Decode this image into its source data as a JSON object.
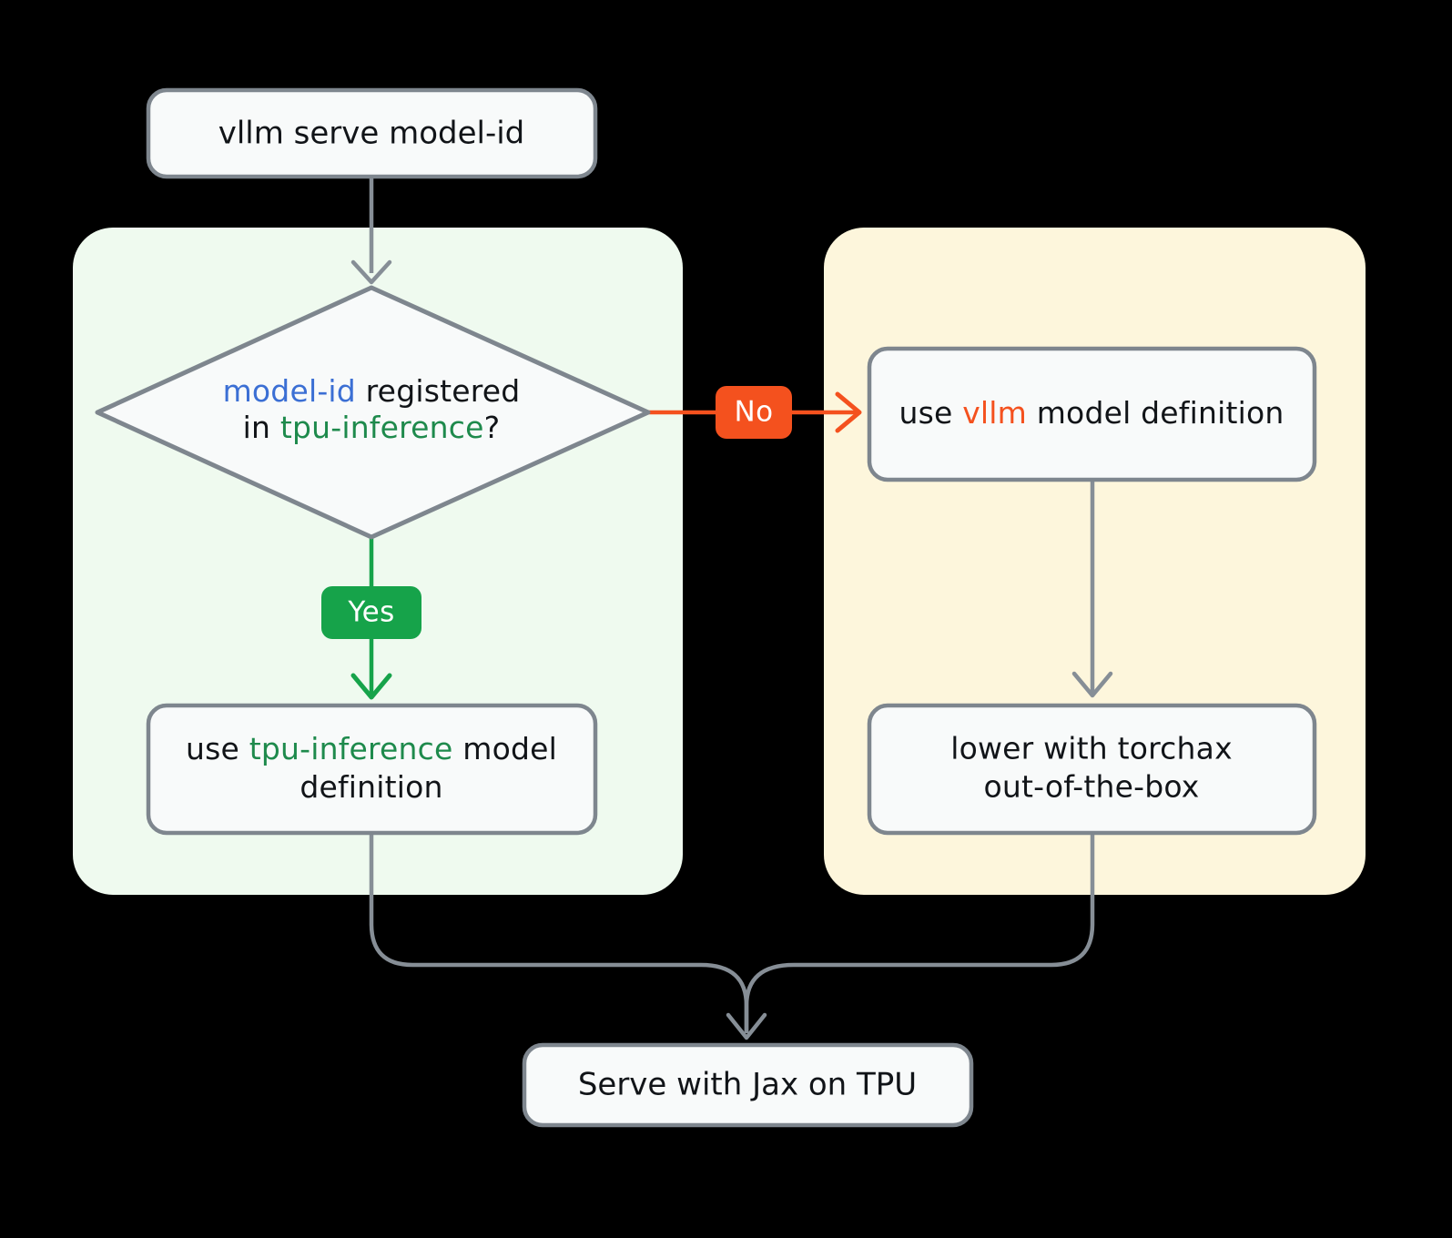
{
  "diagram": {
    "title": "vllm serve on TPU decision flow",
    "background_color": "#000000",
    "panels": [
      {
        "id": "green-panel",
        "name": "tpu-inference-path-panel",
        "color": "#EFFAEF"
      },
      {
        "id": "yellow-panel",
        "name": "vllm-path-panel",
        "color": "#FDF6DC"
      }
    ],
    "colors": {
      "node_fill": "#F8FAFA",
      "node_stroke": "#7E868E",
      "edge_gray": "#868E96",
      "yes_green": "#16A34A",
      "no_orange": "#F4511E",
      "token_blue": "#3B6FD4",
      "token_green": "#1E8A4C",
      "token_orange": "#F4511E",
      "text_dark": "#111418"
    },
    "nodes": {
      "start": {
        "name": "start-node",
        "text": "vllm serve model-id",
        "shape": "rounded-rect"
      },
      "decision": {
        "name": "decision-node",
        "shape": "diamond",
        "line1": [
          {
            "text": "model-id",
            "color": "token_blue"
          },
          {
            "text": " registered",
            "color": "text_dark"
          }
        ],
        "line2": [
          {
            "text": "in ",
            "color": "text_dark"
          },
          {
            "text": "tpu-inference",
            "color": "token_green"
          },
          {
            "text": "?",
            "color": "text_dark"
          }
        ],
        "plain_text": "model-id registered in tpu-inference?"
      },
      "tpu_inference_def": {
        "name": "use-tpu-inference-model-definition-node",
        "shape": "rounded-rect",
        "line1": [
          {
            "text": "use ",
            "color": "text_dark"
          },
          {
            "text": "tpu-inference",
            "color": "token_green"
          },
          {
            "text": " model",
            "color": "text_dark"
          }
        ],
        "line2": [
          {
            "text": "definition",
            "color": "text_dark"
          }
        ],
        "plain_text": "use tpu-inference model definition"
      },
      "vllm_def": {
        "name": "use-vllm-model-definition-node",
        "shape": "rounded-rect",
        "line1": [
          {
            "text": "use ",
            "color": "text_dark"
          },
          {
            "text": "vllm",
            "color": "token_orange"
          },
          {
            "text": " model definition",
            "color": "text_dark"
          }
        ],
        "plain_text": "use vllm model definition"
      },
      "torchax": {
        "name": "lower-with-torchax-node",
        "shape": "rounded-rect",
        "line1": "lower with torchax",
        "line2": "out-of-the-box",
        "plain_text": "lower with torchax out-of-the-box"
      },
      "end": {
        "name": "end-node",
        "text": "Serve with Jax on TPU",
        "shape": "rounded-rect"
      }
    },
    "edge_labels": {
      "yes": {
        "name": "yes-badge",
        "text": "Yes",
        "color": "#16A34A"
      },
      "no": {
        "name": "no-badge",
        "text": "No",
        "color": "#F4511E"
      }
    }
  }
}
